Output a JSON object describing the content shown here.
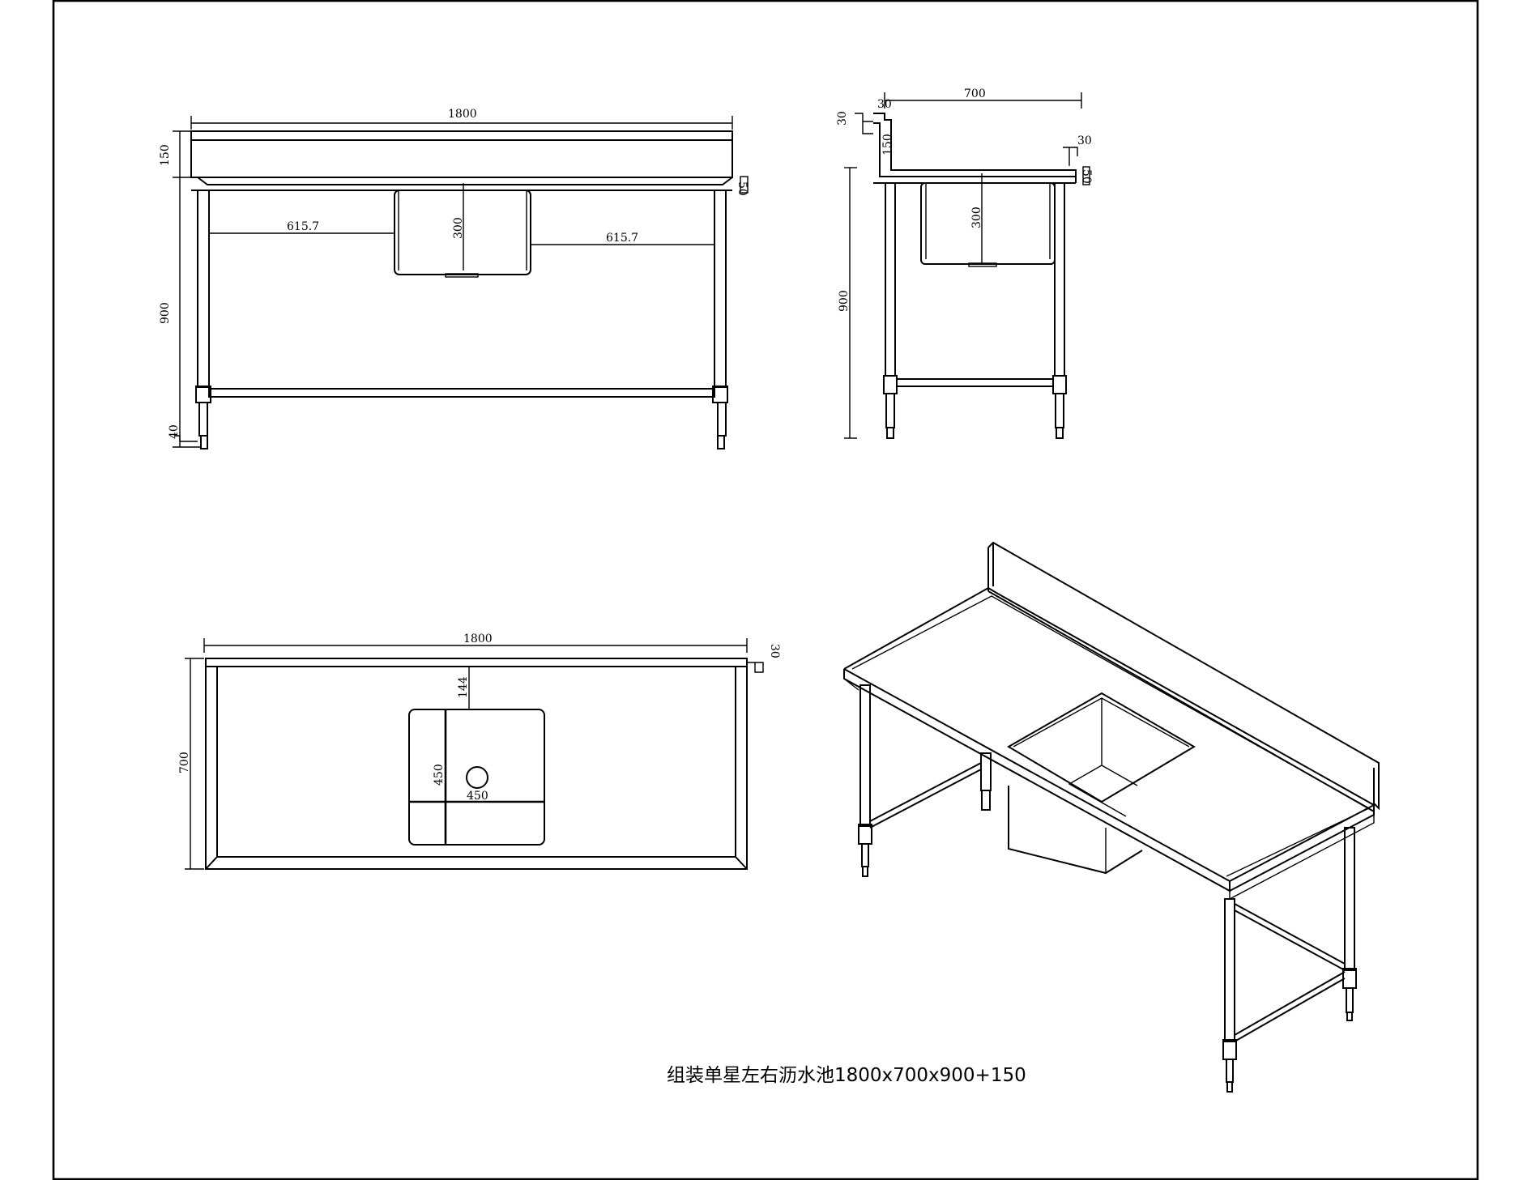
{
  "caption": "组装单星左右沥水池1800x700x900+150",
  "front_view": {
    "width": "1800",
    "backsplash": "150",
    "height": "900",
    "foot": "40",
    "edge": "50",
    "left_offset": "615.7",
    "right_offset": "615.7",
    "bowl_depth": "300"
  },
  "side_view": {
    "depth": "700",
    "back_thickness": "30",
    "top_gap": "30",
    "backsplash": "150",
    "front_lip": "30",
    "edge": "50",
    "bowl_depth": "300",
    "height": "900"
  },
  "plan_view": {
    "width": "1800",
    "depth": "700",
    "edge": "30",
    "bowl_offset": "144",
    "bowl_width": "450",
    "bowl_length": "450"
  },
  "perspective_view": {}
}
